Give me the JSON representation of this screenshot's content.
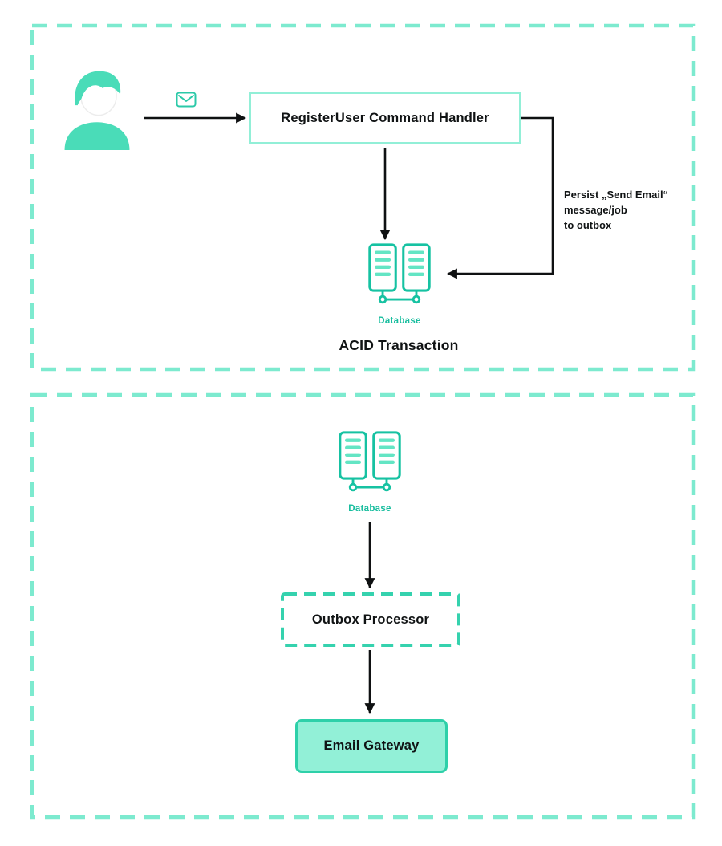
{
  "diagram": {
    "type": "architecture-flow",
    "theme": "transactional-outbox-pattern"
  },
  "colors": {
    "accent_teal": "#2ed0a9",
    "light_mint_dashed_border": "#7deacf",
    "handler_border_mint": "#92efd7",
    "gateway_fill_mint": "#92f0d7",
    "database_icon_teal": "#16c2a2",
    "database_label_teal": "#17bd9e",
    "person_mint": "#4adcb8",
    "arrow_black": "#0f1112"
  },
  "icons": {
    "user": "user-icon",
    "email": "email-envelope-icon",
    "database": "database-server-icon"
  },
  "top_section": {
    "command_handler": "RegisterUser Command Handler",
    "persist_note_lines": [
      "Persist „Send Email“",
      "message/job",
      "to outbox"
    ],
    "database_label": "Database",
    "transaction_label": "ACID Transaction"
  },
  "bottom_section": {
    "database_label": "Database",
    "outbox_processor": "Outbox Processor",
    "email_gateway": "Email Gateway"
  }
}
